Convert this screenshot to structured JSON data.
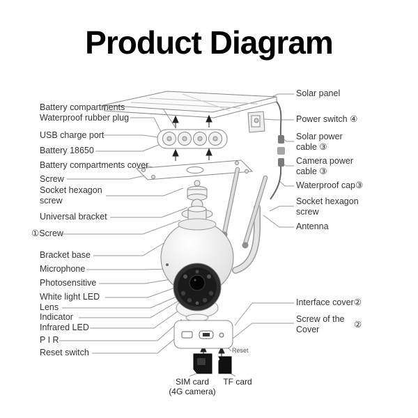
{
  "title": "Product Diagram",
  "colors": {
    "leader_line": "#999999",
    "label_text": "#333333",
    "title_text": "#000000"
  },
  "labels": {
    "left": [
      {
        "text": "Battery compartments"
      },
      {
        "text": "Waterproof rubber plug"
      },
      {
        "text": "USB charge port"
      },
      {
        "text": "Battery 18650"
      },
      {
        "text": "Battery compartments cover"
      },
      {
        "text": "Screw"
      },
      {
        "text": "Socket hexagon screw"
      },
      {
        "text": "Universal bracket"
      },
      {
        "text": "①Screw"
      },
      {
        "text": "Bracket base"
      },
      {
        "text": "Microphone"
      },
      {
        "text": "Photosensitive"
      },
      {
        "text": "White light LED"
      },
      {
        "text": "Lens"
      },
      {
        "text": "Indicator"
      },
      {
        "text": "Infrared LED"
      },
      {
        "text": "P I R"
      },
      {
        "text": "Reset switch"
      }
    ],
    "right": [
      {
        "text": "Solar panel"
      },
      {
        "text": "Power switch ④"
      },
      {
        "text": "Solar power cable ③"
      },
      {
        "text": "Camera power cable ③"
      },
      {
        "text": "Waterproof cap③"
      },
      {
        "text": "Socket hexagon screw"
      },
      {
        "text": "Antenna"
      },
      {
        "text": "Interface cover②"
      },
      {
        "text": "Screw of the Cover",
        "badge": "②"
      }
    ],
    "bottom": [
      {
        "text": "Reset"
      },
      {
        "text": "SIM card",
        "sub": "(4G camera)"
      },
      {
        "text": "TF card"
      }
    ]
  }
}
